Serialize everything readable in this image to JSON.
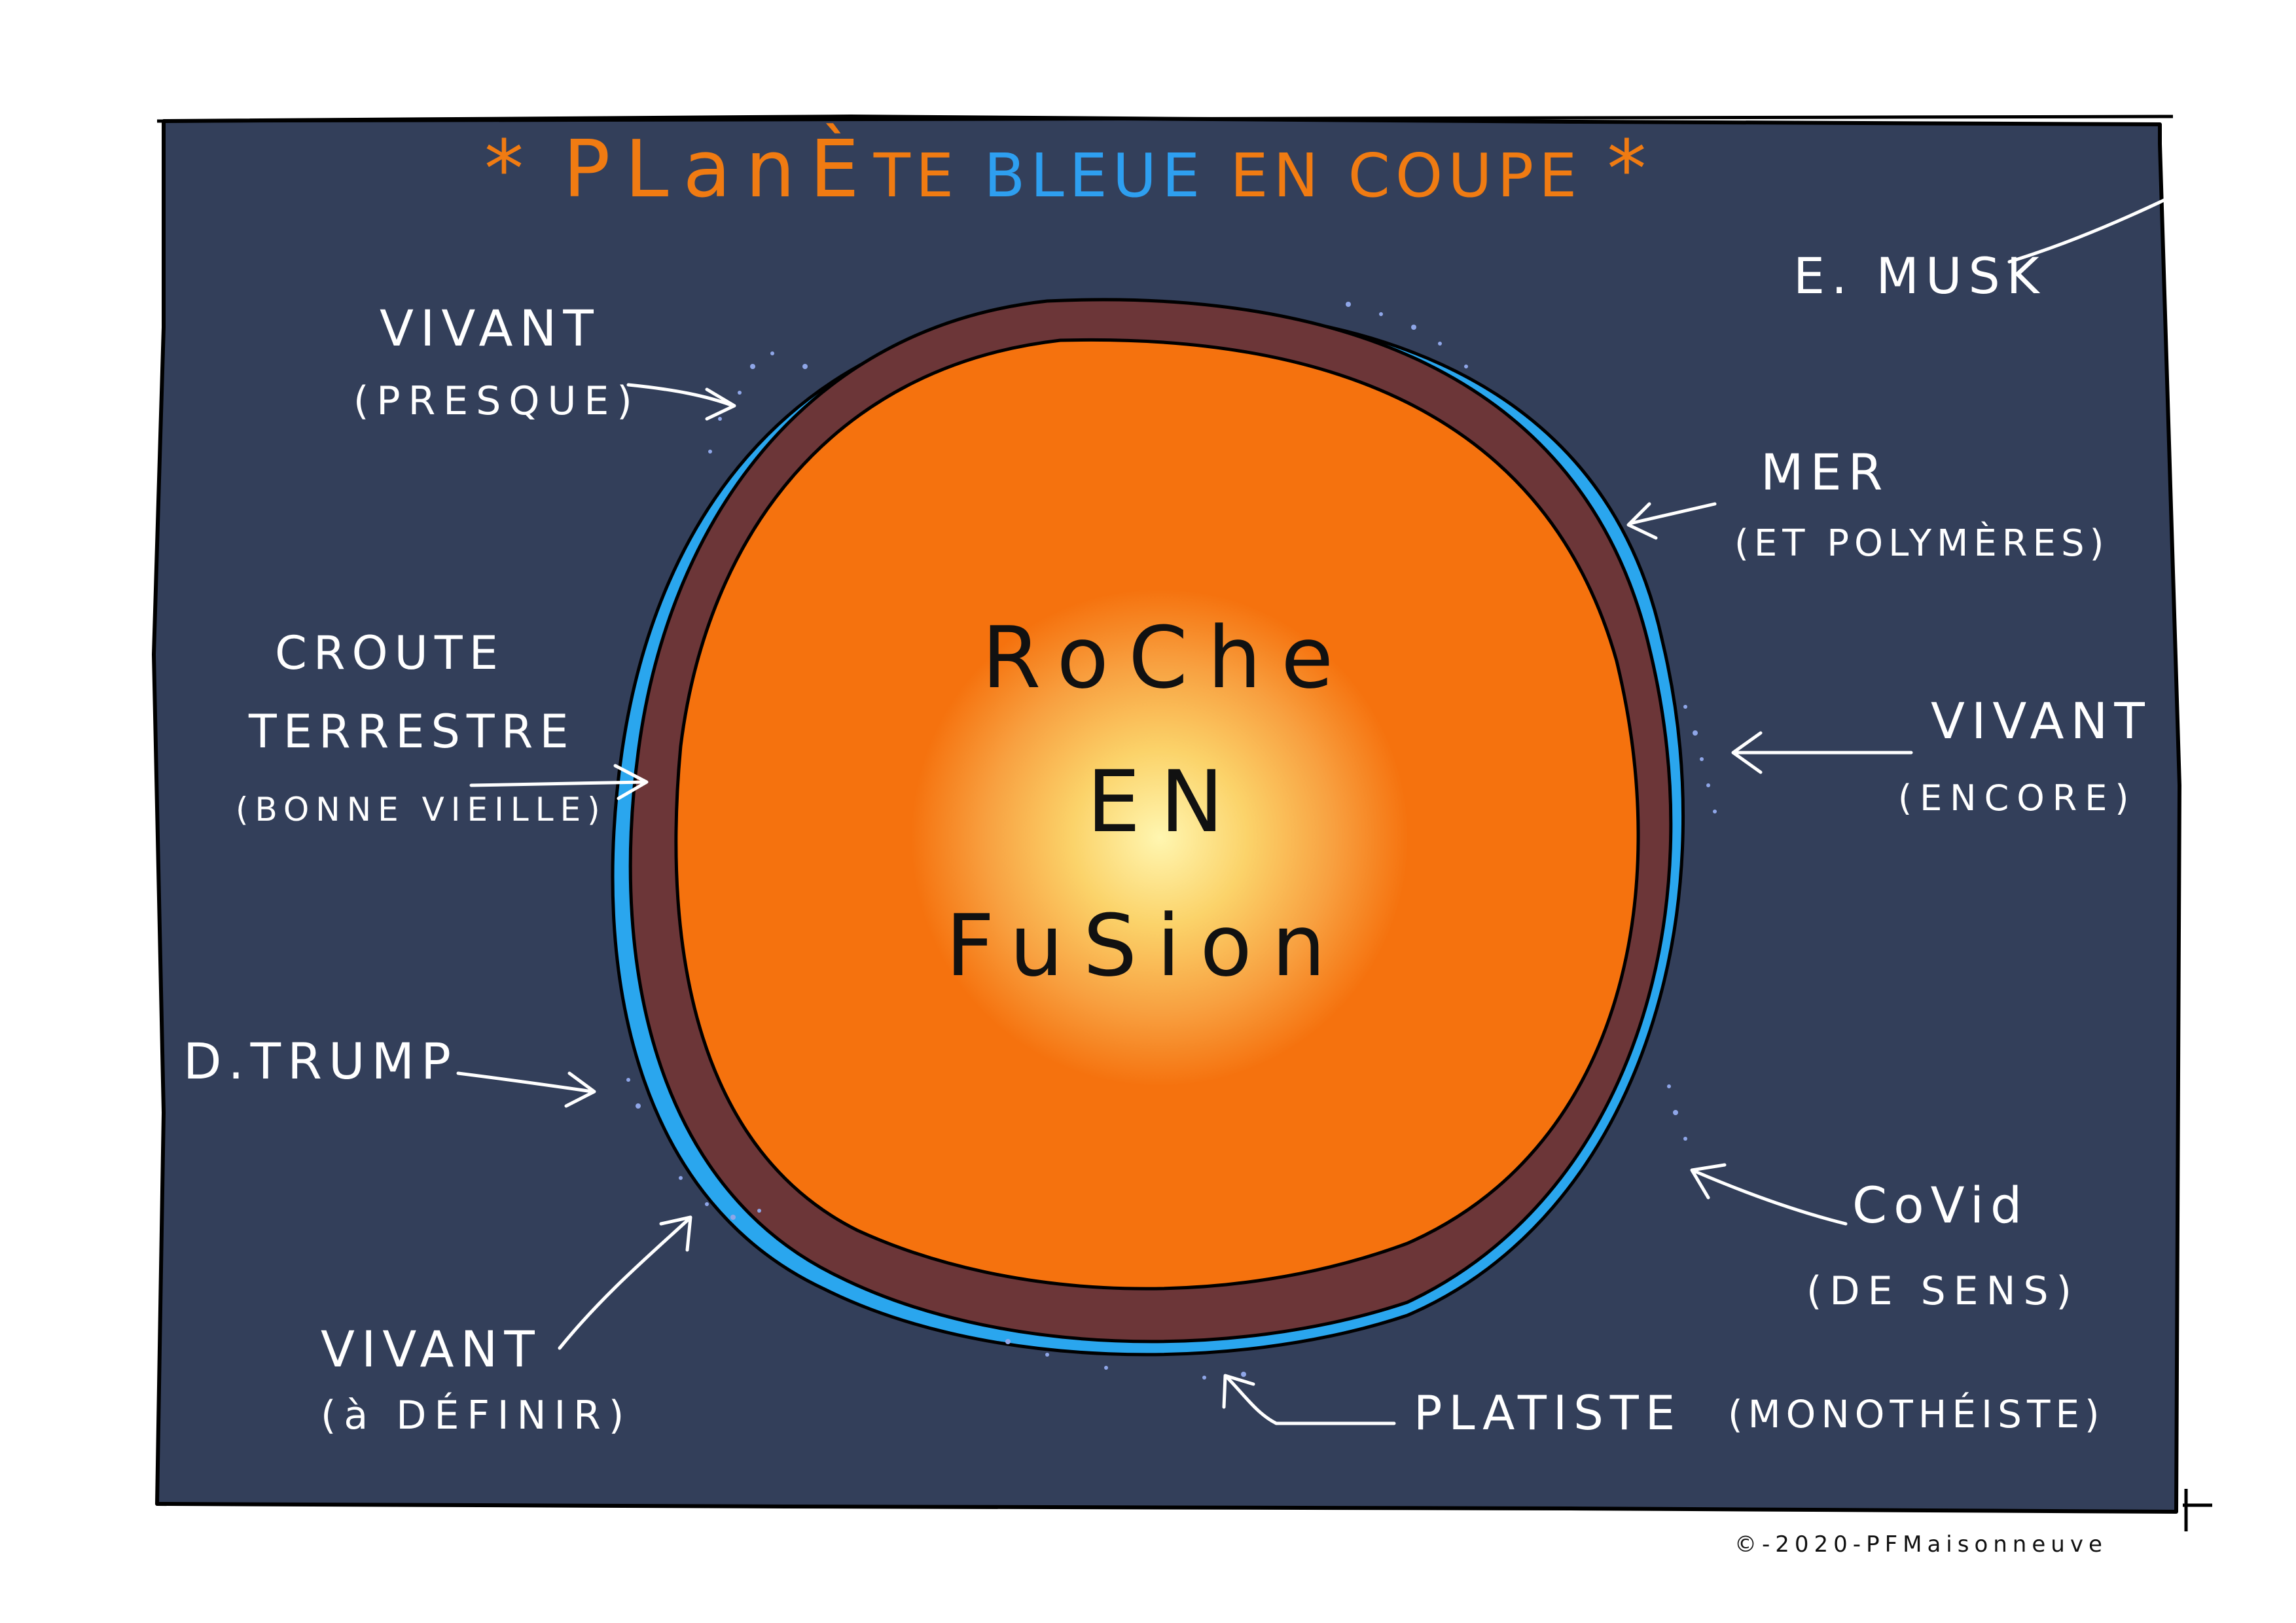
{
  "title": {
    "star_left": "*",
    "part1": "PLanÈ",
    "part2": "TE",
    "part3": "BLEUE",
    "part4": "EN COUPE",
    "star_right": "*"
  },
  "core": {
    "line1": "RoChe",
    "line2": "EN",
    "line3": "FuSion"
  },
  "labels": {
    "vivant_presque": {
      "main": "VIVANT",
      "sub": "(PRESQUE)"
    },
    "croute": {
      "line1": "CROUTE",
      "line2": "TERRESTRE",
      "sub": "(BONNE VIEILLE)"
    },
    "trump": {
      "main": "D.TRUMP"
    },
    "vivant_definir": {
      "main": "VIVANT",
      "sub": "(à DÉFINIR)"
    },
    "musk": {
      "main": "E. MUSK"
    },
    "mer": {
      "main": "MER",
      "sub": "(ET POLYMÈRES)"
    },
    "vivant_encore": {
      "main": "VIVANT",
      "sub": "(ENCORE)"
    },
    "covid": {
      "main": "CoVid",
      "sub": "(DE SENS)"
    },
    "platiste": {
      "main": "PLATISTE",
      "sub": "(MONOTHÉISTE)"
    }
  },
  "signature": "©-2020-PFMaisonneuve",
  "colors": {
    "background": "#333f5a",
    "core": "#f5720e",
    "core_glow": "#fff2a0",
    "crust": "#6c3638",
    "ocean": "#2aa6ee",
    "title_orange": "#f07b12",
    "title_blue": "#2e9ff0",
    "ink": "#ffffff"
  }
}
